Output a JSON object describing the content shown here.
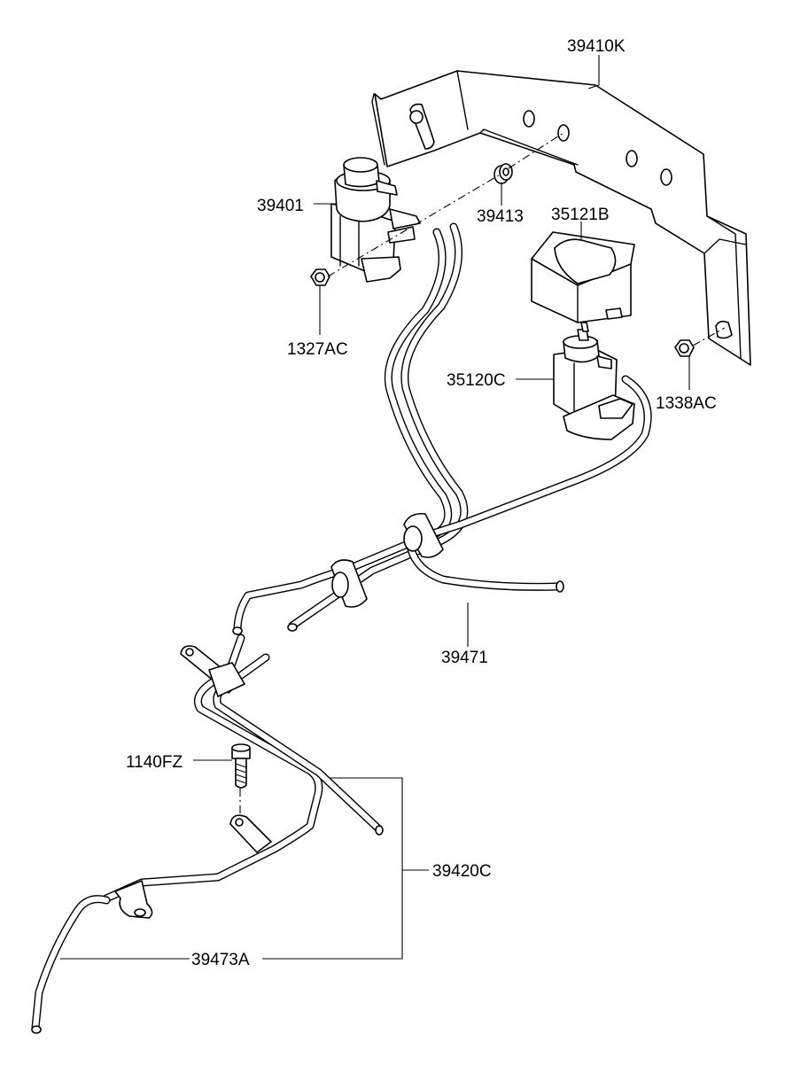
{
  "diagram": {
    "parts": [
      {
        "id": "39410K"
      },
      {
        "id": "39401"
      },
      {
        "id": "39413"
      },
      {
        "id": "35121B"
      },
      {
        "id": "1327AC"
      },
      {
        "id": "35120C"
      },
      {
        "id": "1338AC"
      },
      {
        "id": "39471"
      },
      {
        "id": "1140FZ"
      },
      {
        "id": "39420C"
      },
      {
        "id": "39473A"
      }
    ]
  }
}
